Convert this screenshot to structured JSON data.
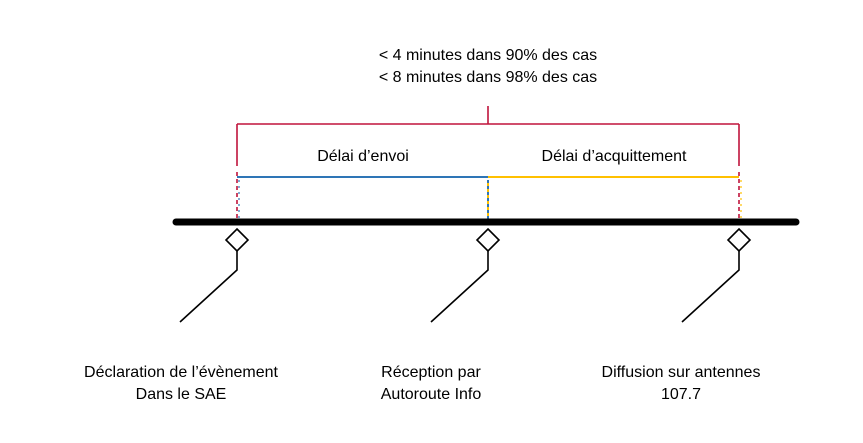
{
  "header_note": {
    "line1": "< 4 minutes dans 90% des cas",
    "line2": "< 8 minutes dans 98% des cas"
  },
  "segments": {
    "send": {
      "label": "Délai d’envoi",
      "color": "#2e75b6"
    },
    "ack": {
      "label": "Délai d’acquittement",
      "color": "#ffc000"
    }
  },
  "bracket_color": "#c0143c",
  "timeline_color": "#000000",
  "events": [
    {
      "line1": "Déclaration de l’évènement",
      "line2": "Dans le SAE",
      "marker": "diamond-icon"
    },
    {
      "line1": "Réception par",
      "line2": "Autoroute Info",
      "marker": "diamond-icon"
    },
    {
      "line1": "Diffusion sur antennes",
      "line2": "107.7",
      "marker": "diamond-icon"
    }
  ]
}
